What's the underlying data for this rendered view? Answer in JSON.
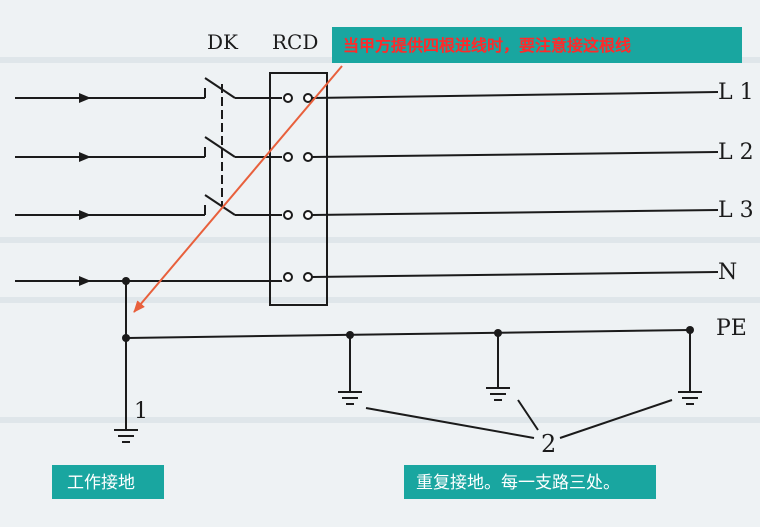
{
  "labels": {
    "dk": "DK",
    "rcd": "RCD",
    "l1": "L 1",
    "l2": "L 2",
    "l3": "L 3",
    "n": "N",
    "pe": "PE",
    "work_ground_number": "1",
    "repeat_ground_number": "2"
  },
  "callouts": {
    "top_note": "当甲方提供四根进线时，要注意接这根线",
    "work_ground": "工作接地",
    "repeat_ground": "重复接地。每一支路三处。"
  },
  "colors": {
    "callout_fill": "#19a6a0",
    "top_note_text": "#ff2a2a",
    "callout_text": "#ffffff",
    "line": "#1b1b1b",
    "pointer": "#e8603c"
  }
}
